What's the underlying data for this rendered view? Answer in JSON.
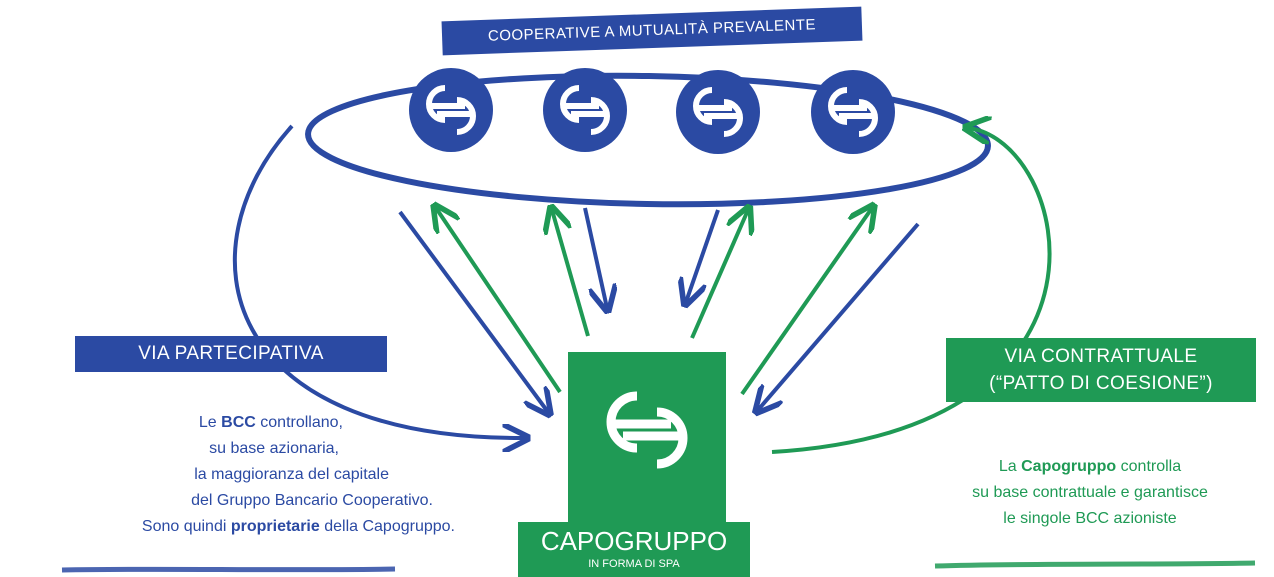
{
  "diagram": {
    "top_label": "COOPERATIVE A MUTUALITÀ PREVALENTE",
    "left_label": "VIA PARTECIPATIVA",
    "right_label_line1": "VIA CONTRATTUALE",
    "right_label_line2": "(“PATTO DI COESIONE”)",
    "center_title": "CAPOGRUPPO",
    "center_subtitle": "IN FORMA DI SPA",
    "left_text": {
      "line1_pre": "Le ",
      "line1_bold": "BCC",
      "line1_post": " controllano,",
      "line2": "su base azionaria,",
      "line3": "la maggioranza del capitale",
      "line4": "del Gruppo Bancario Cooperativo.",
      "line5_pre": "Sono quindi ",
      "line5_bold": "proprietarie",
      "line5_post": " della Capogruppo."
    },
    "right_text": {
      "line1_pre": "La ",
      "line1_bold": "Capogruppo",
      "line1_post": " controlla",
      "line2": "su base contrattuale e garantisce",
      "line3": "le singole BCC azioniste"
    },
    "colors": {
      "blue": "#2b4aa3",
      "green": "#1f9a55"
    },
    "icons": [
      "bcc-logo-icon",
      "bcc-logo-icon",
      "bcc-logo-icon",
      "bcc-logo-icon",
      "capogruppo-logo-icon"
    ]
  }
}
